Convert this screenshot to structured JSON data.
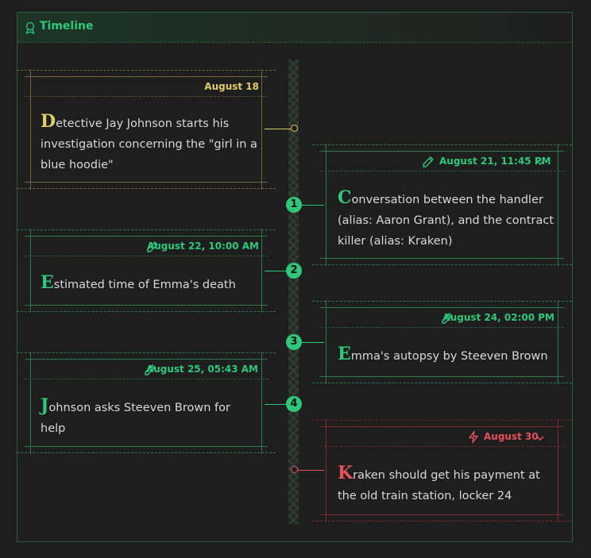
{
  "panel": {
    "title": "Timeline",
    "icon": "medal-icon"
  },
  "events": [
    {
      "date": "August 18",
      "initial": "D",
      "text": "etective Jay Johnson starts his investigation concerning the \"girl in a blue hoodie\"",
      "status": "pending",
      "color": "#e1cc6a"
    },
    {
      "date": "August 21, 11:45 PM",
      "initial": "C",
      "text": "onversation between the handler (alias: Aaron Grant), and the contract killer (alias: Kraken)",
      "badge": "1",
      "icon": "pencil-icon",
      "expandable": true,
      "color": "#2fc77a"
    },
    {
      "date": "August 22, 10:00 AM",
      "initial": "E",
      "text": "stimated time of Emma's death",
      "badge": "2",
      "icon": "pencil-icon",
      "color": "#2fc77a"
    },
    {
      "date": "August 24, 02:00 PM",
      "initial": "E",
      "text": "mma's autopsy by Steeven Brown",
      "badge": "3",
      "icon": "pencil-icon",
      "color": "#2fc77a"
    },
    {
      "date": "August 25, 05:43 AM",
      "initial": "J",
      "text": "ohnson asks Steeven Brown for help",
      "badge": "4",
      "icon": "pencil-icon",
      "color": "#2fc77a"
    },
    {
      "date": "August 30",
      "initial": "K",
      "text": "raken should get his payment at the old train station, locker 24",
      "status": "alert",
      "icon": "lightning-icon",
      "expandable": true,
      "color": "#e5525c"
    }
  ]
}
